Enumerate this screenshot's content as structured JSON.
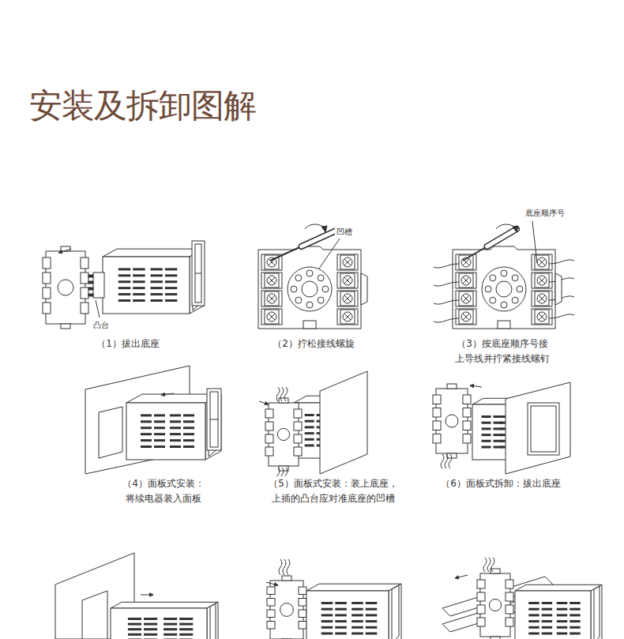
{
  "diagram": {
    "title": "安装及拆卸图解",
    "labels": [
      "凸台",
      "（1）拔出底座",
      "凹槽",
      "（2）拧松接线螺旋",
      "底座顺序号",
      "（3）按底座顺序号接 上导线并拧紧接线螺钉",
      "（4）面板式安装： 将续电器装入面板",
      "（5）面板式安装：装上底座， 上插的凸台应对准底座的凹槽",
      "（6）面板式拆卸：拔出底座"
    ]
  }
}
